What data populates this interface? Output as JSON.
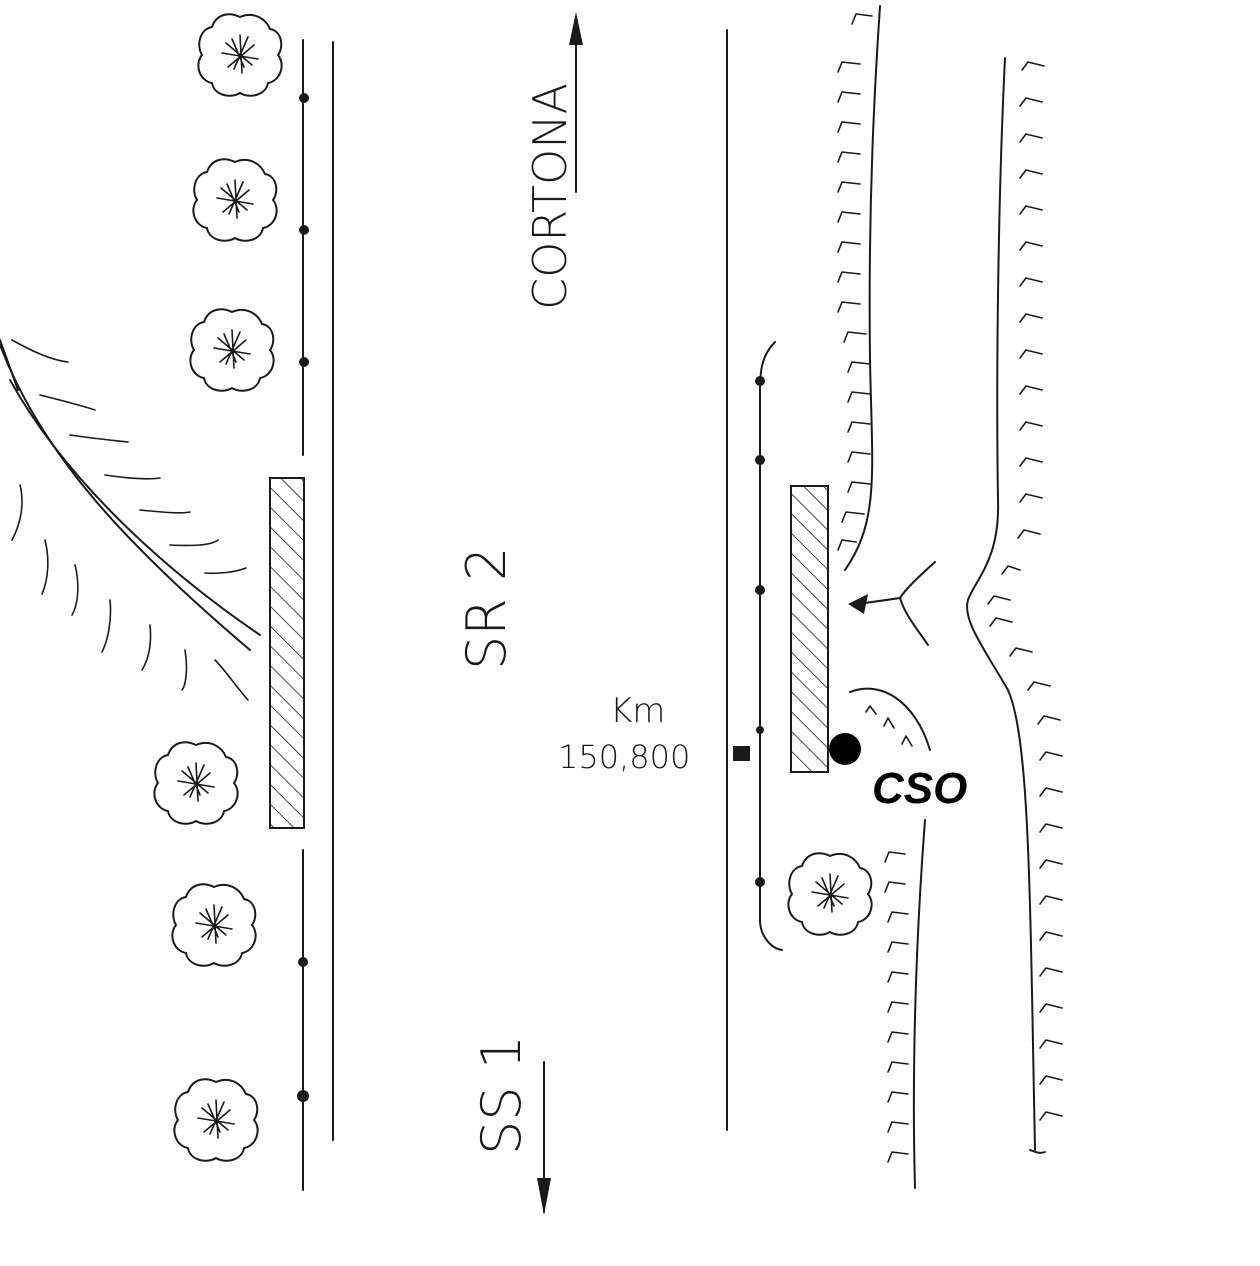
{
  "labels": {
    "cortona": "CORTONA",
    "sr2": "SR 2",
    "ss1": "SS 1",
    "km_label": "Km",
    "km_value": "150,800",
    "cso": "CSO"
  },
  "colors": {
    "ink": "#1a1a1a",
    "background": "#ffffff"
  },
  "icons": [
    "tree-icon",
    "arrow-up-icon",
    "arrow-down-icon",
    "arrow-left-icon",
    "pole-dot-icon",
    "cso-dot-icon",
    "km-marker-icon"
  ]
}
